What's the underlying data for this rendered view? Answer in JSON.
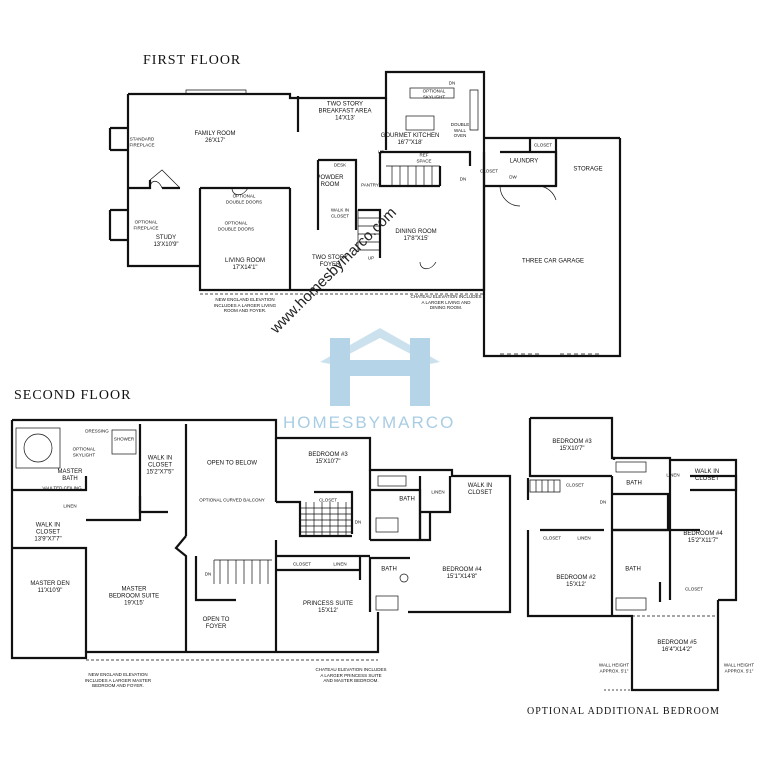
{
  "headings": {
    "first_floor": "FIRST  FLOOR",
    "second_floor": "SECOND  FLOOR",
    "optional": "OPTIONAL ADDITIONAL BEDROOM"
  },
  "watermark": {
    "url": "www.homesbymarco.com",
    "brand": "HOMESBYMARCO",
    "logo": "H",
    "color": "#a9cde3"
  },
  "first_floor": {
    "family_room": "FAMILY ROOM\n26'X17'",
    "breakfast": "TWO STORY\nBREAKFAST AREA\n14'X13'",
    "kitchen": "GOURMET KITCHEN\n16'7\"X18'",
    "skylight": "OPTIONAL\nSKYLIGHT",
    "double_oven": "DOUBLE\nWALL\nOVEN",
    "fireplace": "STANDARD\nFIREPLACE",
    "opt_fireplace": "OPTIONAL\nFIREPLACE",
    "study": "STUDY\n13'X10'9\"",
    "powder": "POWDER\nROOM",
    "desk": "DESK",
    "pantry": "PANTRY",
    "walk_in": "WALK IN\nCLOSET",
    "dining": "DINING ROOM\n17'8\"X15'",
    "living": "LIVING ROOM\n17'X14'1\"",
    "opt_double_doors_1": "OPTIONAL\nDOUBLE DOORS",
    "opt_double_doors_2": "OPTIONAL\nDOUBLE DOORS",
    "foyer": "TWO STORY\nFOYER",
    "laundry": "LAUNDRY",
    "closet_l": "CLOSET",
    "closet_g": "CLOSET",
    "storage": "STORAGE",
    "garage": "THREE CAR GARAGE",
    "ref_space": "REF\nSPACE",
    "note_ne": "NEW ENGLAND ELEVATION\nINCLUDES A LARGER LIVING\nROOM AND FOYER.",
    "note_ch": "CHATEAU ELEVATION INCLUDES\nA LARGER LIVING AND\nDINING ROOM.",
    "dn": "DN",
    "up": "UP",
    "dw": "DW"
  },
  "second_floor": {
    "master_bath": "MASTER\nBATH",
    "vaulted": "VAULTED CEILING",
    "dressing": "DRESSING",
    "shower": "SHOWER",
    "opt_skylight": "OPTIONAL\nSKYLIGHT",
    "wic_master": "WALK IN\nCLOSET\n15'2\"X7'5\"",
    "linen_1": "LINEN",
    "wic_2": "WALK IN\nCLOSET\n13'9\"X7'7\"",
    "master_den": "MASTER DEN\n11'X10'9\"",
    "master_suite": "MASTER\nBEDROOM SUITE\n19'X15'",
    "open_below": "OPEN TO BELOW",
    "balcony": "OPTIONAL CURVED BALCONY",
    "open_foyer": "OPEN TO\nFOYER",
    "bedroom3": "BEDROOM #3\n15'X10'7\"",
    "closet_3": "CLOSET",
    "bath_1": "BATH",
    "linen_2": "LINEN",
    "wic_4": "WALK IN\nCLOSET",
    "bath_2": "BATH",
    "closet_p": "CLOSET",
    "linen_p": "LINEN",
    "princess": "PRINCESS SUITE\n15'X12'",
    "bedroom4": "BEDROOM #4\n15'1\"X14'8\"",
    "note_ne": "NEW ENGLAND ELEVATION\nINCLUDES A LARGER MASTER\nBEDROOM AND FOYER.",
    "note_ch": "CHATEAU ELEVATION INCLUDES\nA LARGER PRINCESS SUITE\nAND MASTER BEDROOM.",
    "dn": "DN"
  },
  "optional_plan": {
    "bedroom3": "BEDROOM #3\n15'X10'7\"",
    "closet_3": "CLOSET",
    "bath_1": "BATH",
    "linen_1": "LINEN",
    "wic": "WALK IN\nCLOSET",
    "bedroom4": "BEDROOM #4\n15'2\"X11'7\"",
    "closet_2": "CLOSET",
    "linen_2": "LINEN",
    "bedroom2": "BEDROOM #2\n15'X12'",
    "bath_2": "BATH",
    "closet_5": "CLOSET",
    "bedroom5": "BEDROOM #5\n16'4\"X14'2\"",
    "wall_l": "WALL HEIGHT\nAPPROX. 5'1\"",
    "wall_r": "WALL HEIGHT\nAPPROX. 5'1\"",
    "dn": "DN"
  }
}
